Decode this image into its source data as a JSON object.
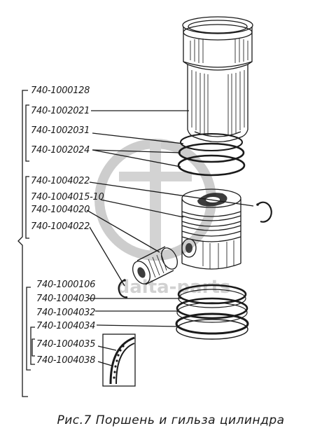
{
  "figure": {
    "caption": "Рис.7 Поршень и гильза цилиндра",
    "watermark_text": "dalta-parts"
  },
  "callouts": [
    {
      "id": "c1",
      "label": "740-1000128"
    },
    {
      "id": "c2",
      "label": "740-1002021"
    },
    {
      "id": "c3",
      "label": "740-1002031"
    },
    {
      "id": "c4",
      "label": "740-1002024"
    },
    {
      "id": "c5",
      "label": "740-1004022"
    },
    {
      "id": "c6",
      "label": "740-1004015-10"
    },
    {
      "id": "c7",
      "label": "740-1004020"
    },
    {
      "id": "c8",
      "label": "740-1004022"
    },
    {
      "id": "c9",
      "label": "740-1000106"
    },
    {
      "id": "c10",
      "label": "740-1004030"
    },
    {
      "id": "c11",
      "label": "740-1004032"
    },
    {
      "id": "c12",
      "label": "740-1004034"
    },
    {
      "id": "c13",
      "label": "740-1004035"
    },
    {
      "id": "c14",
      "label": "740-1004038"
    }
  ]
}
